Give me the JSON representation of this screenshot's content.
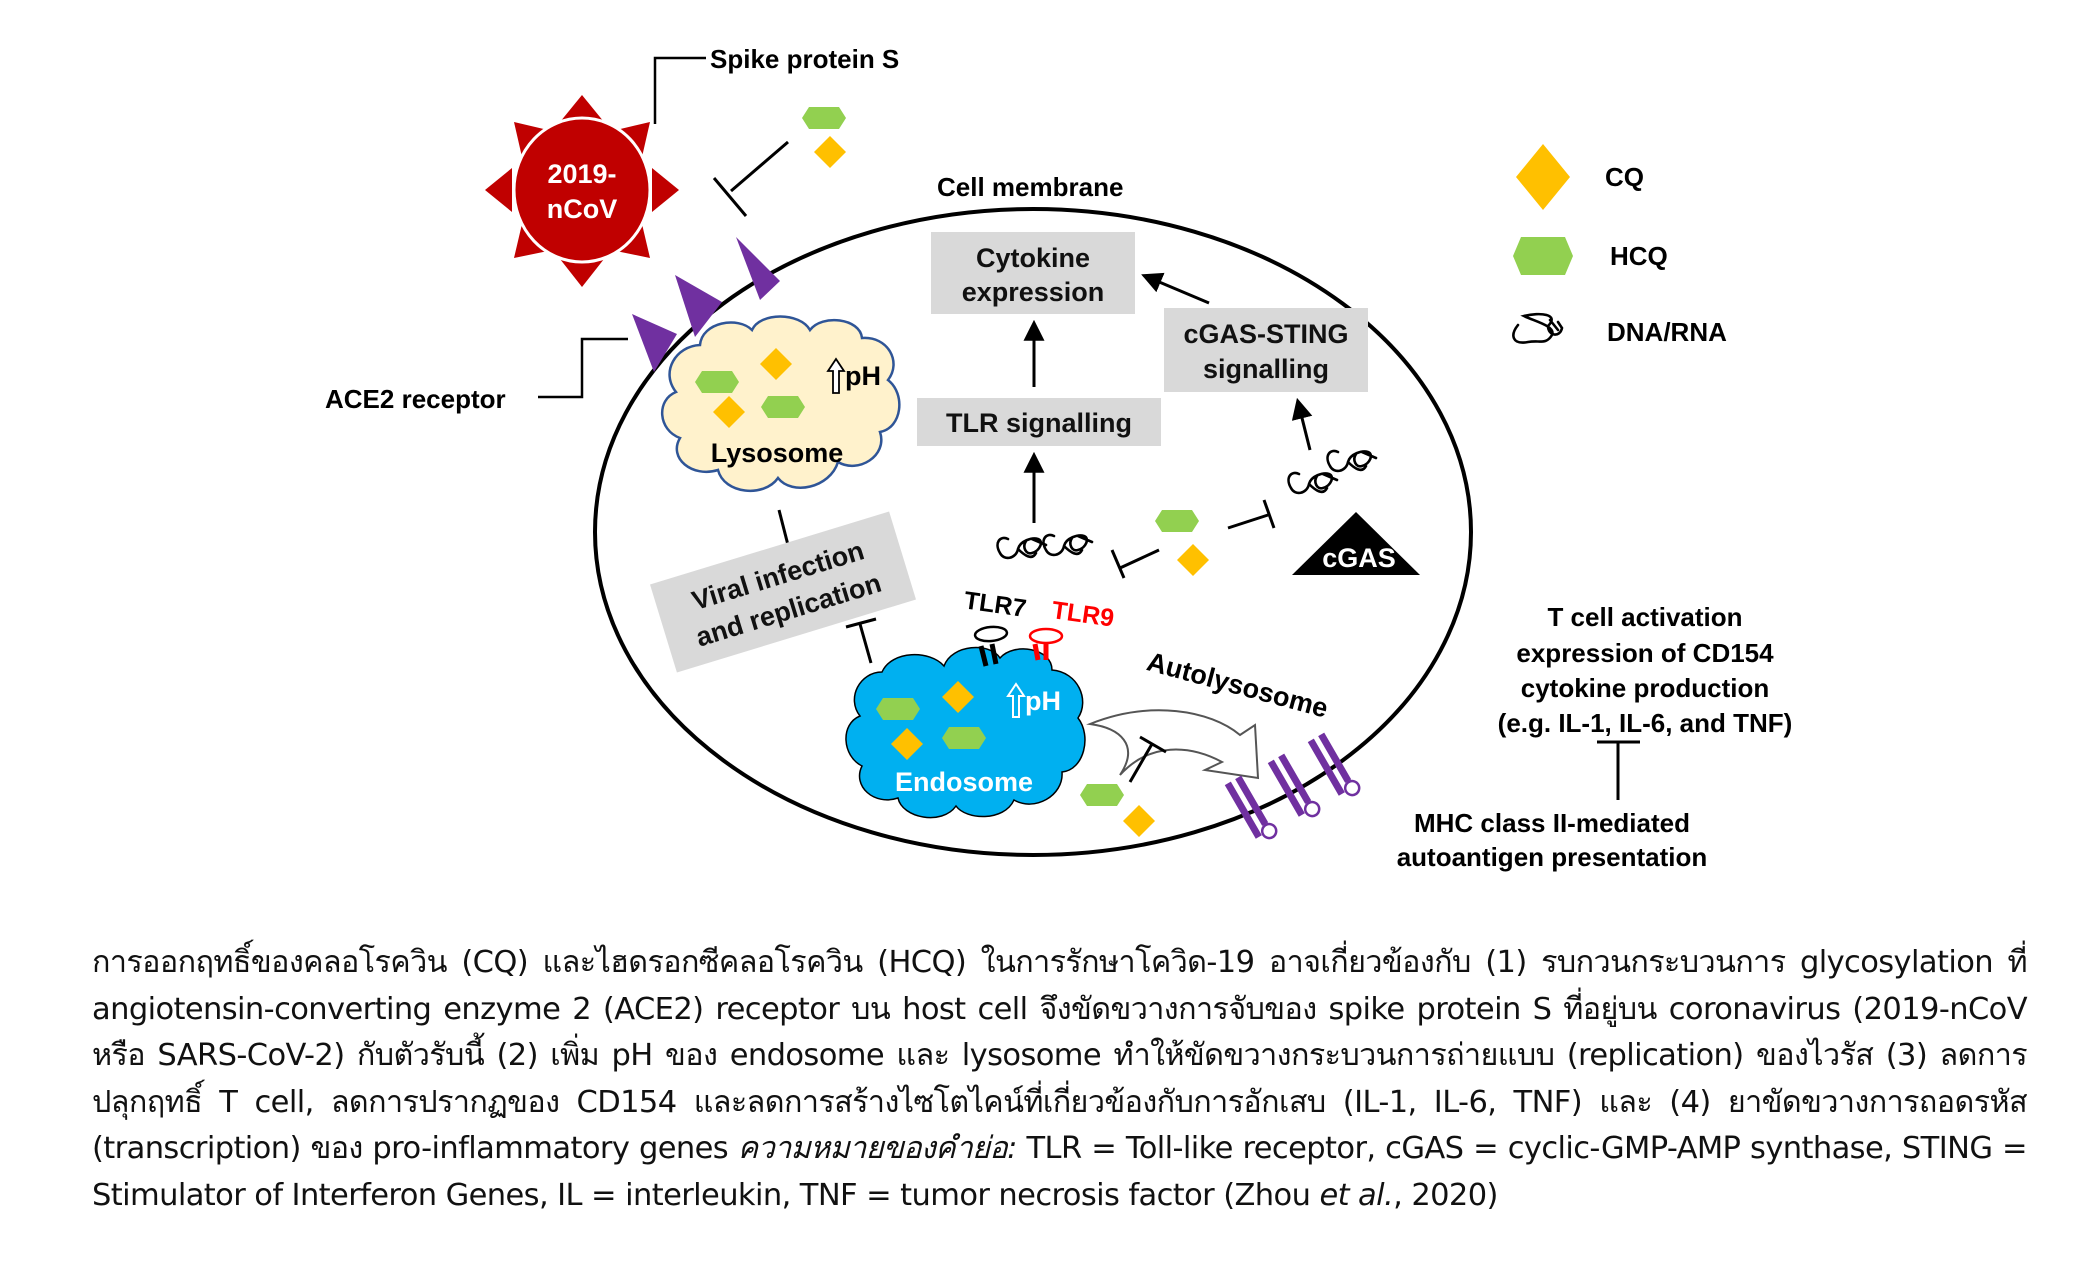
{
  "diagram": {
    "virus": {
      "label_line1": "2019-",
      "label_line2": "nCoV",
      "color": "#C00000"
    },
    "spike_label": "Spike protein S",
    "ace2_label": "ACE2 receptor",
    "cell_membrane_label": "Cell membrane",
    "lysosome": {
      "label": "Lysosome",
      "ph_label": "pH",
      "fill": "#FFF2CC",
      "stroke": "#2F5597"
    },
    "endosome": {
      "label": "Endosome",
      "ph_label": "pH",
      "fill": "#00B0F0"
    },
    "boxes": {
      "cytokine_line1": "Cytokine",
      "cytokine_line2": "expression",
      "tlr_signalling": "TLR signalling",
      "cgas_sting_line1": "cGAS-STING",
      "cgas_sting_line2": "signalling",
      "viral_line1": "Viral infection",
      "viral_line2": "and replication"
    },
    "tlr7_label": "TLR7",
    "tlr9_label": "TLR9",
    "cgas_label": "cGAS",
    "autolysosome_label": "Autolysosome",
    "tcell_lines": [
      "T cell activation",
      "expression of CD154",
      "cytokine production",
      "(e.g. IL-1, IL-6, and TNF)"
    ],
    "mhc_lines": [
      "MHC class II-mediated",
      "autoantigen presentation"
    ],
    "legend": [
      {
        "icon": "diamond-icon",
        "label": "CQ",
        "color": "#FFC000"
      },
      {
        "icon": "hexagon-icon",
        "label": "HCQ",
        "color": "#92D050"
      },
      {
        "icon": "dna-rna-squiggle-icon",
        "label": "DNA/RNA",
        "color": "#000000"
      }
    ],
    "colors": {
      "cq": "#FFC000",
      "hcq": "#92D050",
      "ace2": "#7030A0",
      "box_gray": "#D9D9D9",
      "tlr9": "#FF0000"
    }
  },
  "caption": {
    "part1": "การออกฤทธิ์ของคลอโรควิน (CQ) และไฮดรอกซีคลอโรควิน (HCQ) ในการรักษาโควิด-19 อาจเกี่ยวข้องกับ (1) รบกวนกระบวนการ glycosylation ที่ angiotensin-converting enzyme 2 (ACE2) receptor บน host cell จึงขัดขวางการจับของ spike protein S ที่อยู่บน coronavirus (2019-nCoV หรือ SARS-CoV-2) กับตัวรับนี้ (2) เพิ่ม pH ของ endosome และ lysosome ทำให้ขัดขวางกระบวนการถ่ายแบบ (replication) ของไวรัส (3) ลดการปลุกฤทธิ์ T cell, ลดการปรากฏของ CD154 และลดการสร้างไซโตไคน์ที่เกี่ยวข้องกับการอักเสบ (IL-1, IL-6, TNF) และ (4) ยาขัดขวางการถอดรหัส (transcription) ของ pro-inflammatory genes ",
    "abbrev_heading": "ความหมายของคำย่อ:",
    "part2": " TLR = Toll-like receptor, cGAS = cyclic-GMP-AMP synthase, STING = Stimulator of Interferon Genes, IL = interleukin, TNF = tumor necrosis factor (Zhou ",
    "etal": "et al.",
    "part3": ", 2020)"
  }
}
